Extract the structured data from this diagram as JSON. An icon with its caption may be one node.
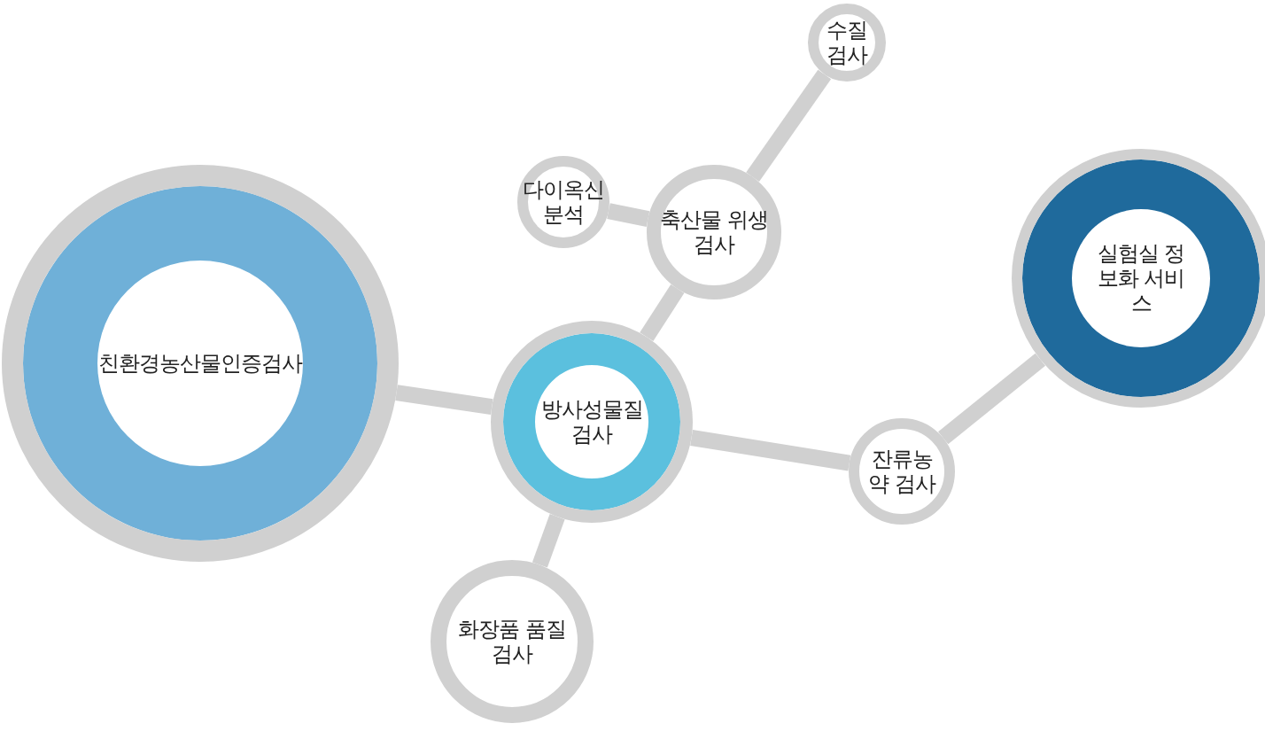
{
  "diagram": {
    "nodes": [
      {
        "text": [
          "수질 검사"
        ]
      },
      {
        "text": [
          "다이옥신 분석"
        ]
      },
      {
        "text": [
          "축산물 위생 검사"
        ]
      },
      {
        "text": [
          "실험실 정보화 서비스"
        ]
      },
      {
        "text": [
          "친환경농산물인증검사"
        ]
      },
      {
        "text": [
          "방사성물질 검사"
        ]
      },
      {
        "text": [
          "잔류농약 검사"
        ]
      },
      {
        "text": [
          "화장품 품질 검사"
        ]
      }
    ],
    "edges": [
      {
        "from": 0,
        "to": 2,
        "arrow": "none"
      },
      {
        "from": 1,
        "to": 2,
        "arrow": "none"
      },
      {
        "from": 2,
        "to": 5,
        "arrow": "none"
      },
      {
        "from": 4,
        "to": 5,
        "arrow": "none"
      },
      {
        "from": 5,
        "to": 6,
        "arrow": "none"
      },
      {
        "from": 6,
        "to": 3,
        "arrow": "none"
      },
      {
        "from": 5,
        "to": 7,
        "arrow": "none"
      }
    ]
  }
}
